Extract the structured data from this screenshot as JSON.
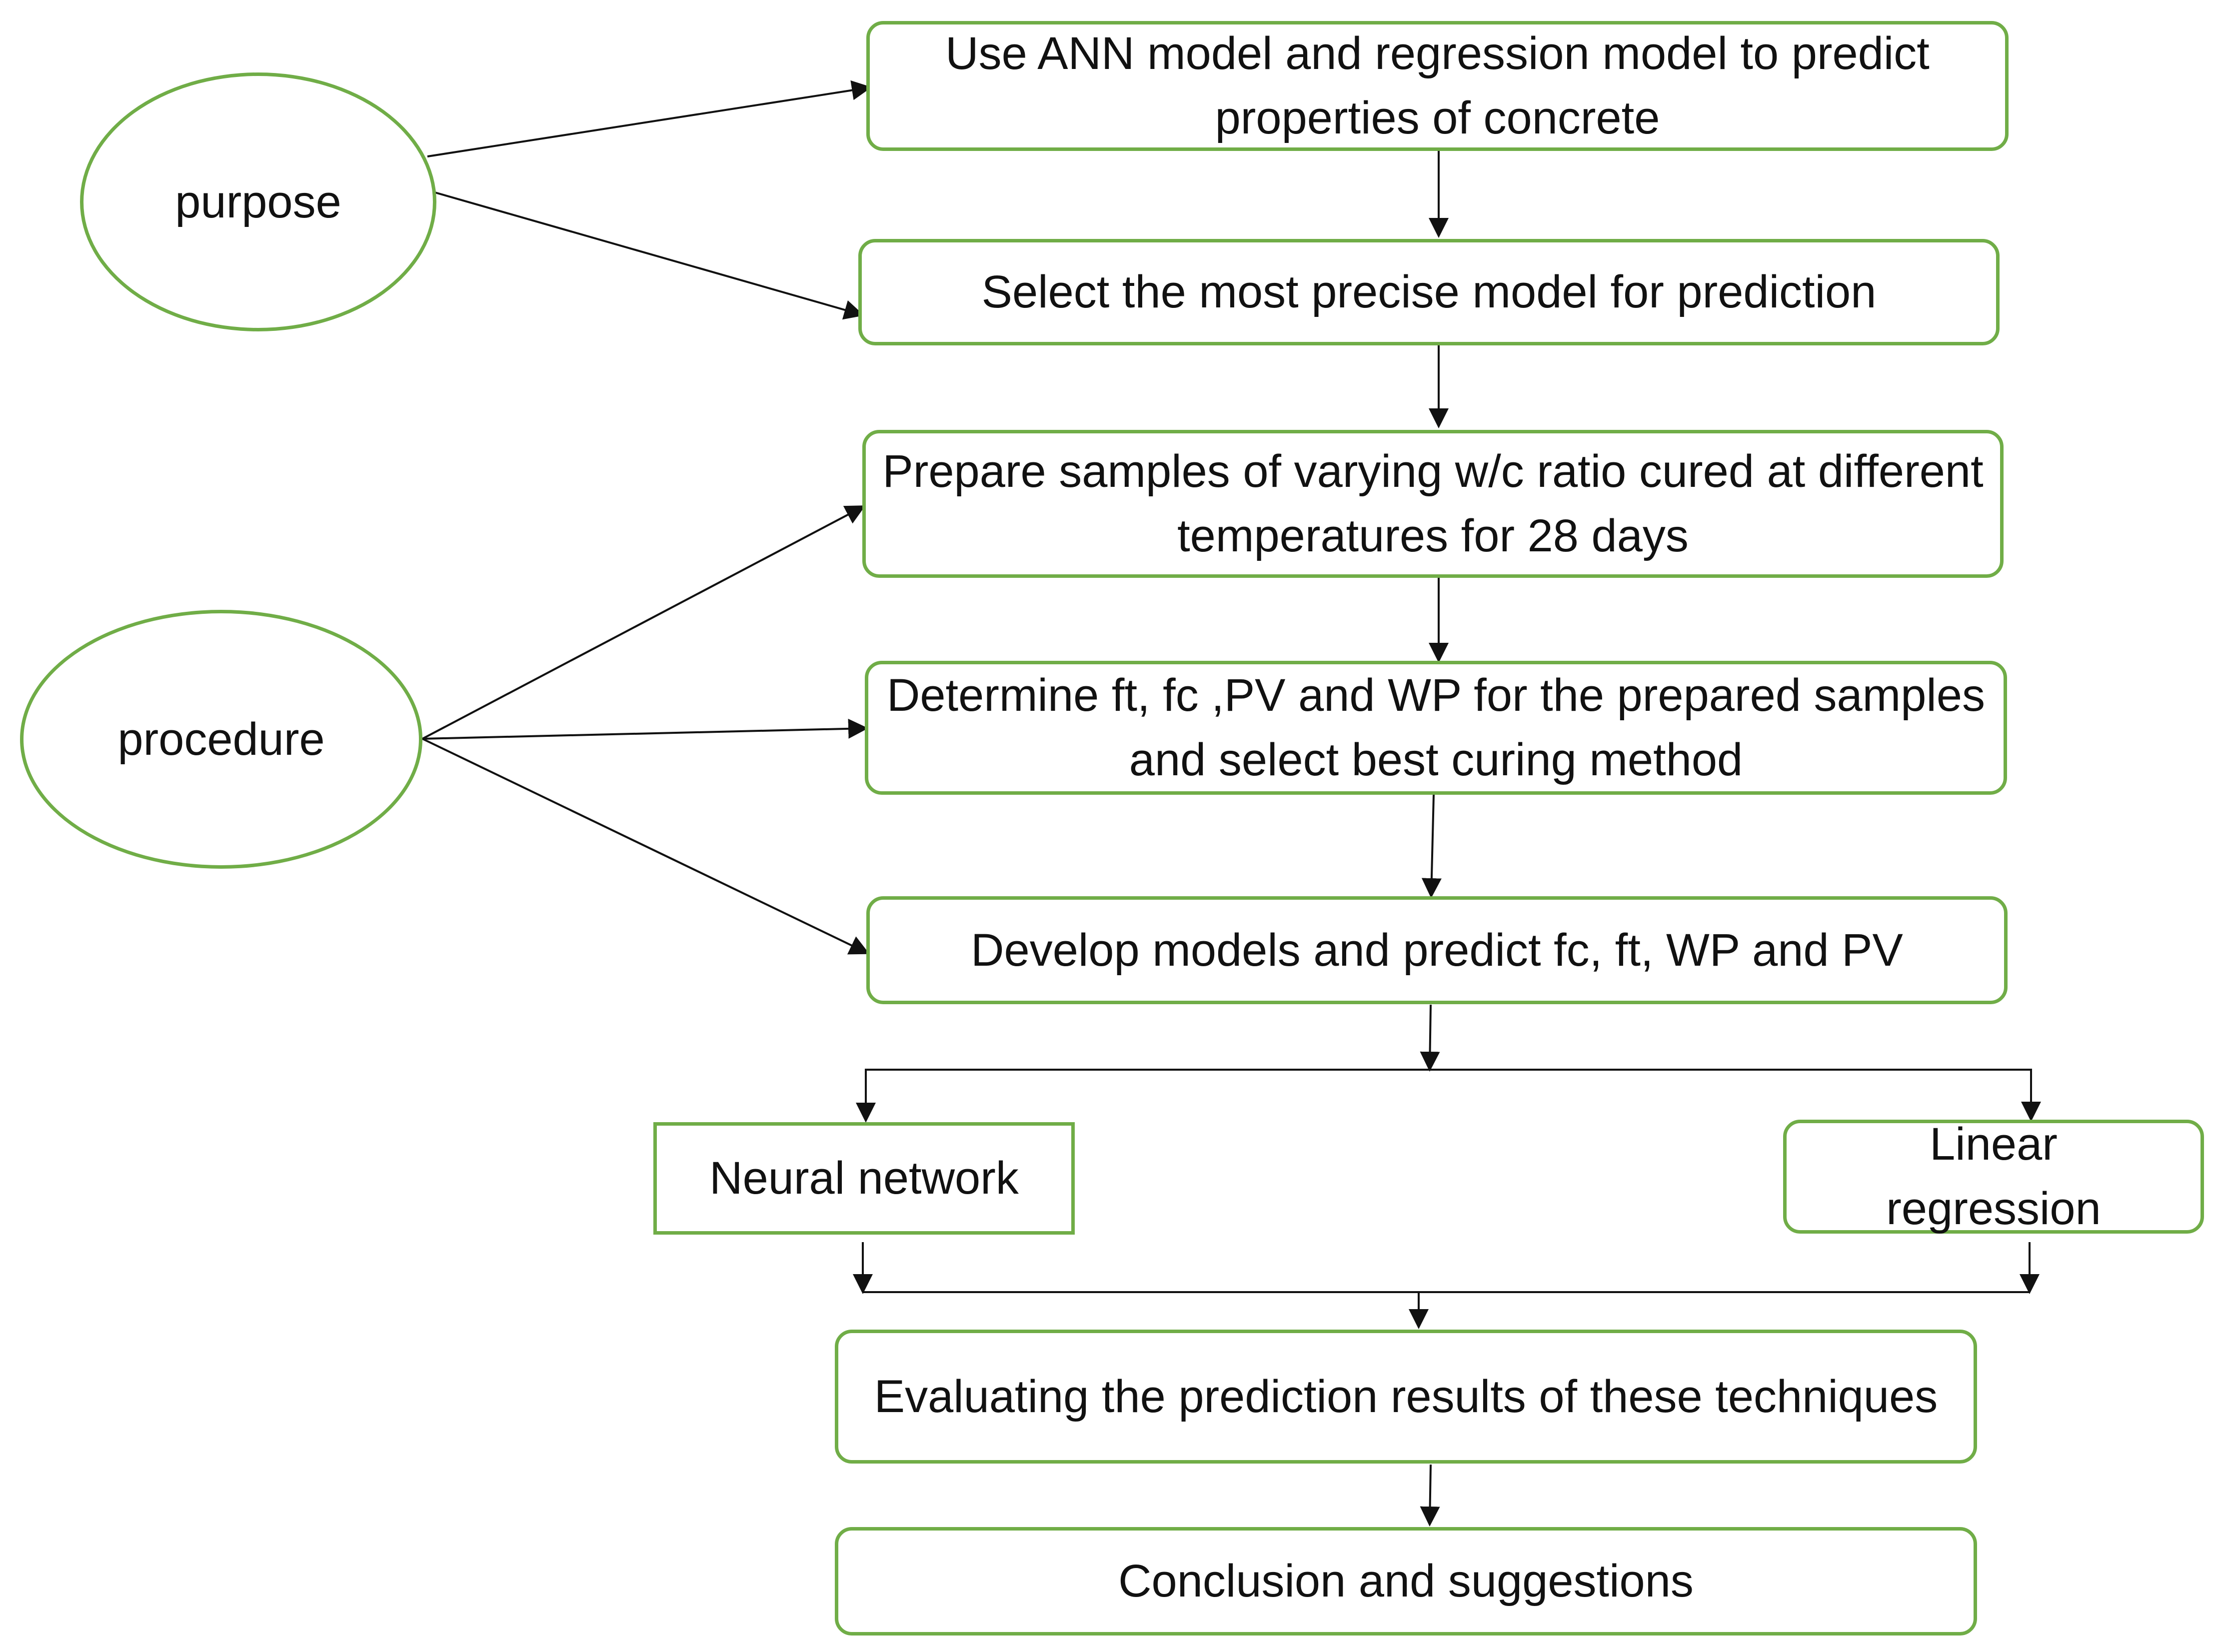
{
  "diagram": {
    "ovals": {
      "purpose": "purpose",
      "procedure": "procedure"
    },
    "steps": {
      "use_models": "Use ANN model and regression model to predict properties of concrete",
      "select_model": "Select  the most precise model for prediction",
      "prepare_samples": "Prepare samples of varying w/c ratio cured at different temperatures for 28 days",
      "determine": "Determine ft, fc ,PV and WP for the prepared samples and select best curing method",
      "develop": "Develop models and predict fc, ft, WP and PV",
      "neural_network": "Neural network",
      "linear_regression": "Linear regression",
      "evaluate": "Evaluating the prediction results of these techniques",
      "conclusion": "Conclusion and suggestions"
    },
    "colors": {
      "border": "#70ad47",
      "arrow": "#111111"
    }
  }
}
